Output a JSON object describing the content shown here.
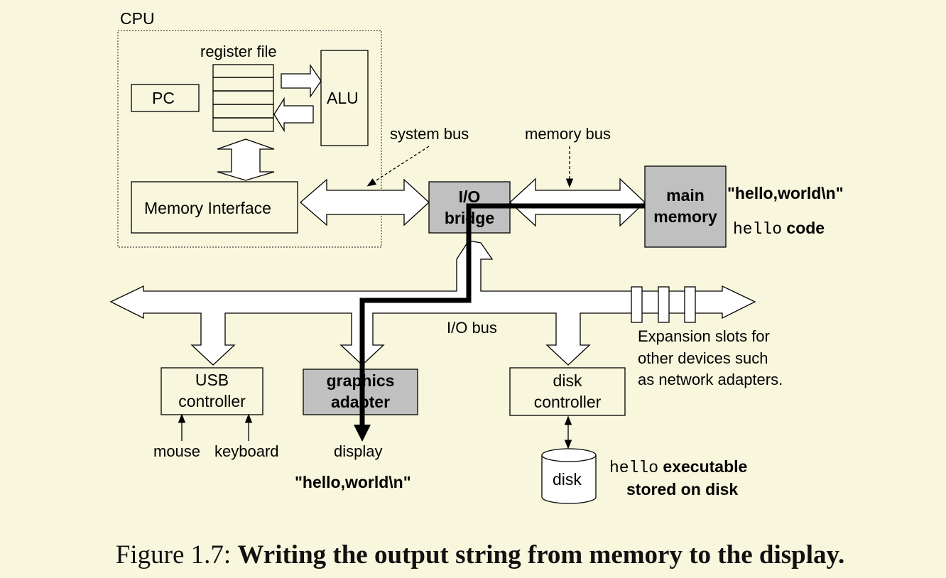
{
  "cpu": {
    "label": "CPU",
    "register_file": "register file",
    "pc": "PC",
    "alu": "ALU",
    "memory_interface": "Memory Interface"
  },
  "buses": {
    "system_bus": "system bus",
    "memory_bus": "memory bus",
    "io_bus": "I/O bus"
  },
  "io_bridge": {
    "line1": "I/O",
    "line2": "bridge"
  },
  "main_memory": {
    "line1": "main",
    "line2": "memory",
    "string": "\"hello,world\\n\"",
    "code_mono": "hello",
    "code_label": "code"
  },
  "usb_controller": {
    "line1": "USB",
    "line2": "controller",
    "mouse": "mouse",
    "keyboard": "keyboard"
  },
  "graphics_adapter": {
    "line1": "graphics",
    "line2": "adapter",
    "display": "display",
    "string": "\"hello,world\\n\""
  },
  "disk_controller": {
    "line1": "disk",
    "line2": "controller",
    "disk": "disk"
  },
  "disk_note": {
    "mono": "hello",
    "line1_rest": "executable",
    "line2": "stored on disk"
  },
  "expansion": {
    "line1": "Expansion slots for",
    "line2": "other devices such",
    "line3": "as network adapters."
  },
  "caption": {
    "prefix": "Figure 1.7:",
    "title": "Writing the output string from memory to the display."
  },
  "colors": {
    "background": "#f8f6dc",
    "highlight_box": "#c0c0c0",
    "data_path": "#000000"
  }
}
